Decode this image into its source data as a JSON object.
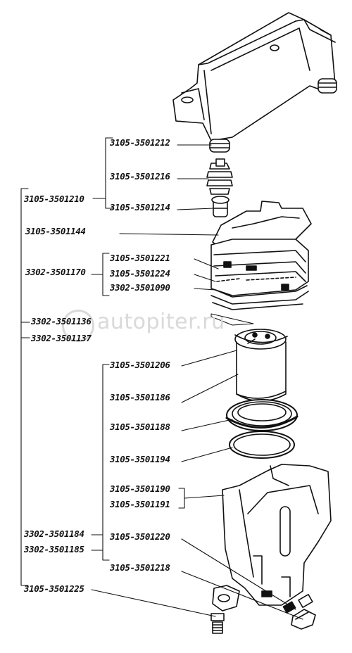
{
  "labels": {
    "l1": "3105-3501212",
    "l2": "3105-3501216",
    "l3": "3105-3501210",
    "l4": "3105-3501214",
    "l5": "3105-3501144",
    "l6": "3105-3501221",
    "l7": "3302-3501170",
    "l8": "3105-3501224",
    "l9": "3302-3501090",
    "l10": "3302-3501136",
    "l11": "3302-3501137",
    "l12": "3105-3501206",
    "l13": "3105-3501186",
    "l14": "3105-3501188",
    "l15": "3105-3501194",
    "l16": "3105-3501190",
    "l17": "3105-3501191",
    "l18": "3302-3501184",
    "l19": "3105-3501220",
    "l20": "3302-3501185",
    "l21": "3105-3501218",
    "l22": "3105-3501225"
  },
  "watermark": "autopiter.ru"
}
